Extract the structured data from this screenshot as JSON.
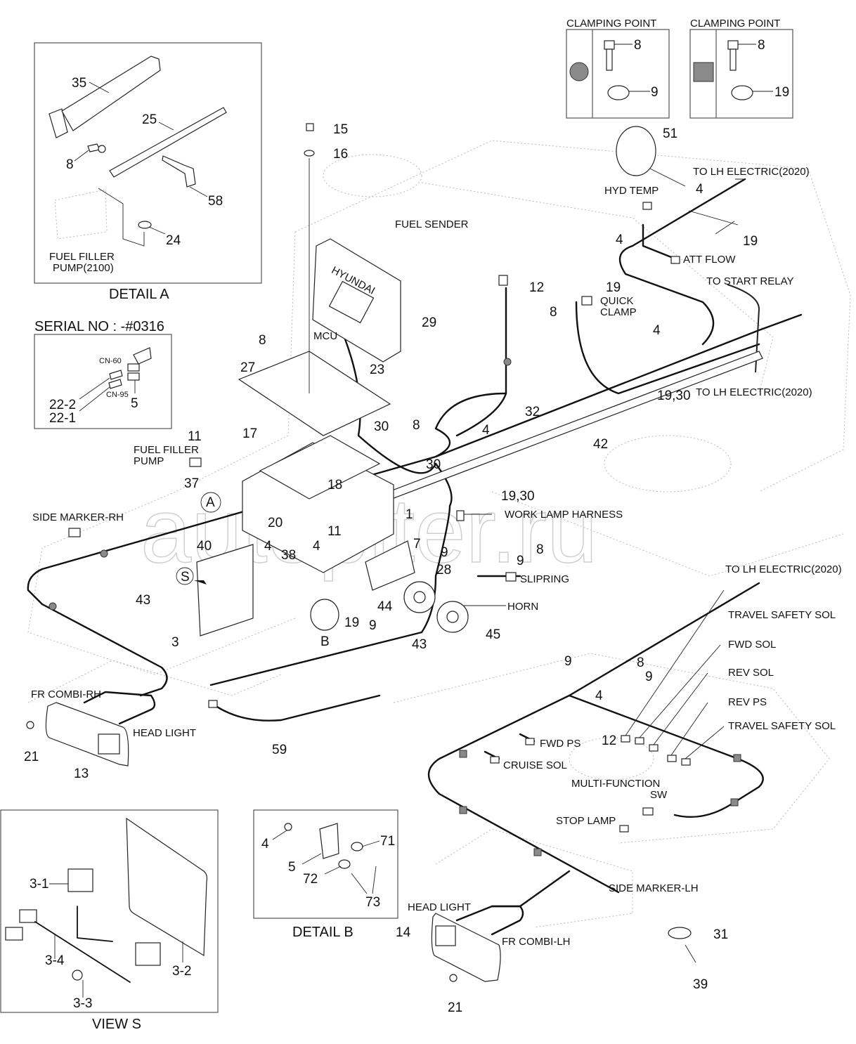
{
  "title": "Electrical harness parts diagram",
  "watermark": "autopiter.ru",
  "detail_a": {
    "caption": "DETAIL  A",
    "pump_label_line1": "FUEL FILLER",
    "pump_label_line2": "PUMP(2100)",
    "callouts": [
      "35",
      "25",
      "8",
      "58",
      "24"
    ]
  },
  "serial_box": {
    "title": "SERIAL NO : -#0316",
    "connectors": [
      "CN-60",
      "CN-95"
    ],
    "callouts": [
      "22-2",
      "22-1",
      "5"
    ]
  },
  "clamping_points": [
    {
      "title": "CLAMPING POINT",
      "symbol": "circle",
      "bolt": "8",
      "clamp": "9"
    },
    {
      "title": "CLAMPING POINT",
      "symbol": "square",
      "bolt": "8",
      "clamp": "19"
    }
  ],
  "symbol_color": "#8a8a8a",
  "harness_labels": {
    "fuel_sender": "FUEL SENDER",
    "mcu": "MCU",
    "ecu_brand": "HYUNDAI",
    "hyd_temp": "HYD TEMP",
    "att_flow": "ATT FLOW",
    "to_lh_electric_top": "TO LH ELECTRIC(2020)",
    "to_start_relay": "TO START RELAY",
    "quick_clamp_1": "QUICK",
    "quick_clamp_2": "CLAMP",
    "to_lh_electric_mid": "TO LH ELECTRIC(2020)",
    "fuel_filler_pump_1": "FUEL FILLER",
    "fuel_filler_pump_2": "PUMP",
    "side_marker_rh": "SIDE MARKER-RH",
    "work_lamp_harness": "WORK LAMP HARNESS",
    "slipring": "SLIPRING",
    "horn": "HORN",
    "to_lh_electric_low": "TO LH ELECTRIC(2020)",
    "travel_safety_sol_1": "TRAVEL SAFETY SOL",
    "fwd_sol": "FWD SOL",
    "rev_sol": "REV SOL",
    "rev_ps": "REV PS",
    "travel_safety_sol_2": "TRAVEL SAFETY SOL",
    "fwd_ps": "FWD PS",
    "cruise_sol": "CRUISE SOL",
    "multi_function_1": "MULTI-FUNCTION",
    "multi_function_2": "SW",
    "stop_lamp": "STOP LAMP",
    "side_marker_lh": "SIDE MARKER-LH",
    "fr_combi_rh": "FR COMBI-RH",
    "head_light_rh": "HEAD LIGHT",
    "head_light_lh": "HEAD LIGHT",
    "fr_combi_lh": "FR COMBI-LH",
    "detail_ref_a": "A",
    "detail_ref_b": "B",
    "view_ref_s": "S"
  },
  "callouts_main": {
    "c15": "15",
    "c16": "16",
    "c51": "51",
    "c4a": "4",
    "c19a": "19",
    "c4b": "4",
    "c19b": "19",
    "c12a": "12",
    "c8a": "8",
    "c29": "29",
    "c8b": "8",
    "c23": "23",
    "c27": "27",
    "c4c": "4",
    "c1930a": "19,30",
    "c11a": "11",
    "c17": "17",
    "c30a": "30",
    "c8c": "8",
    "c32": "32",
    "c42": "42",
    "c37": "37",
    "c18": "18",
    "c30b": "30",
    "c4d": "4",
    "c1930b": "19,30",
    "c40": "40",
    "c20": "20",
    "c11b": "11",
    "c1": "1",
    "c8d": "8",
    "c4e": "4",
    "c38": "38",
    "c4f": "4",
    "c7": "7",
    "c9a": "9",
    "c9b": "9",
    "c43a": "43",
    "c28": "28",
    "c44": "44",
    "c3": "3",
    "c19c": "19",
    "c9c": "9",
    "c43b": "43",
    "c45": "45",
    "c9d": "9",
    "c8e": "8",
    "c9e": "9",
    "c4g": "4",
    "c12b": "12",
    "c21a": "21",
    "c13": "13",
    "c59": "59",
    "c14": "14",
    "c21b": "21",
    "c31": "31",
    "c39": "39"
  },
  "view_s": {
    "caption": "VIEW S",
    "callouts": [
      "3-1",
      "3-2",
      "3-3",
      "3-4"
    ]
  },
  "detail_b": {
    "caption": "DETAIL  B",
    "callouts": [
      "4",
      "5",
      "71",
      "72",
      "73"
    ]
  }
}
